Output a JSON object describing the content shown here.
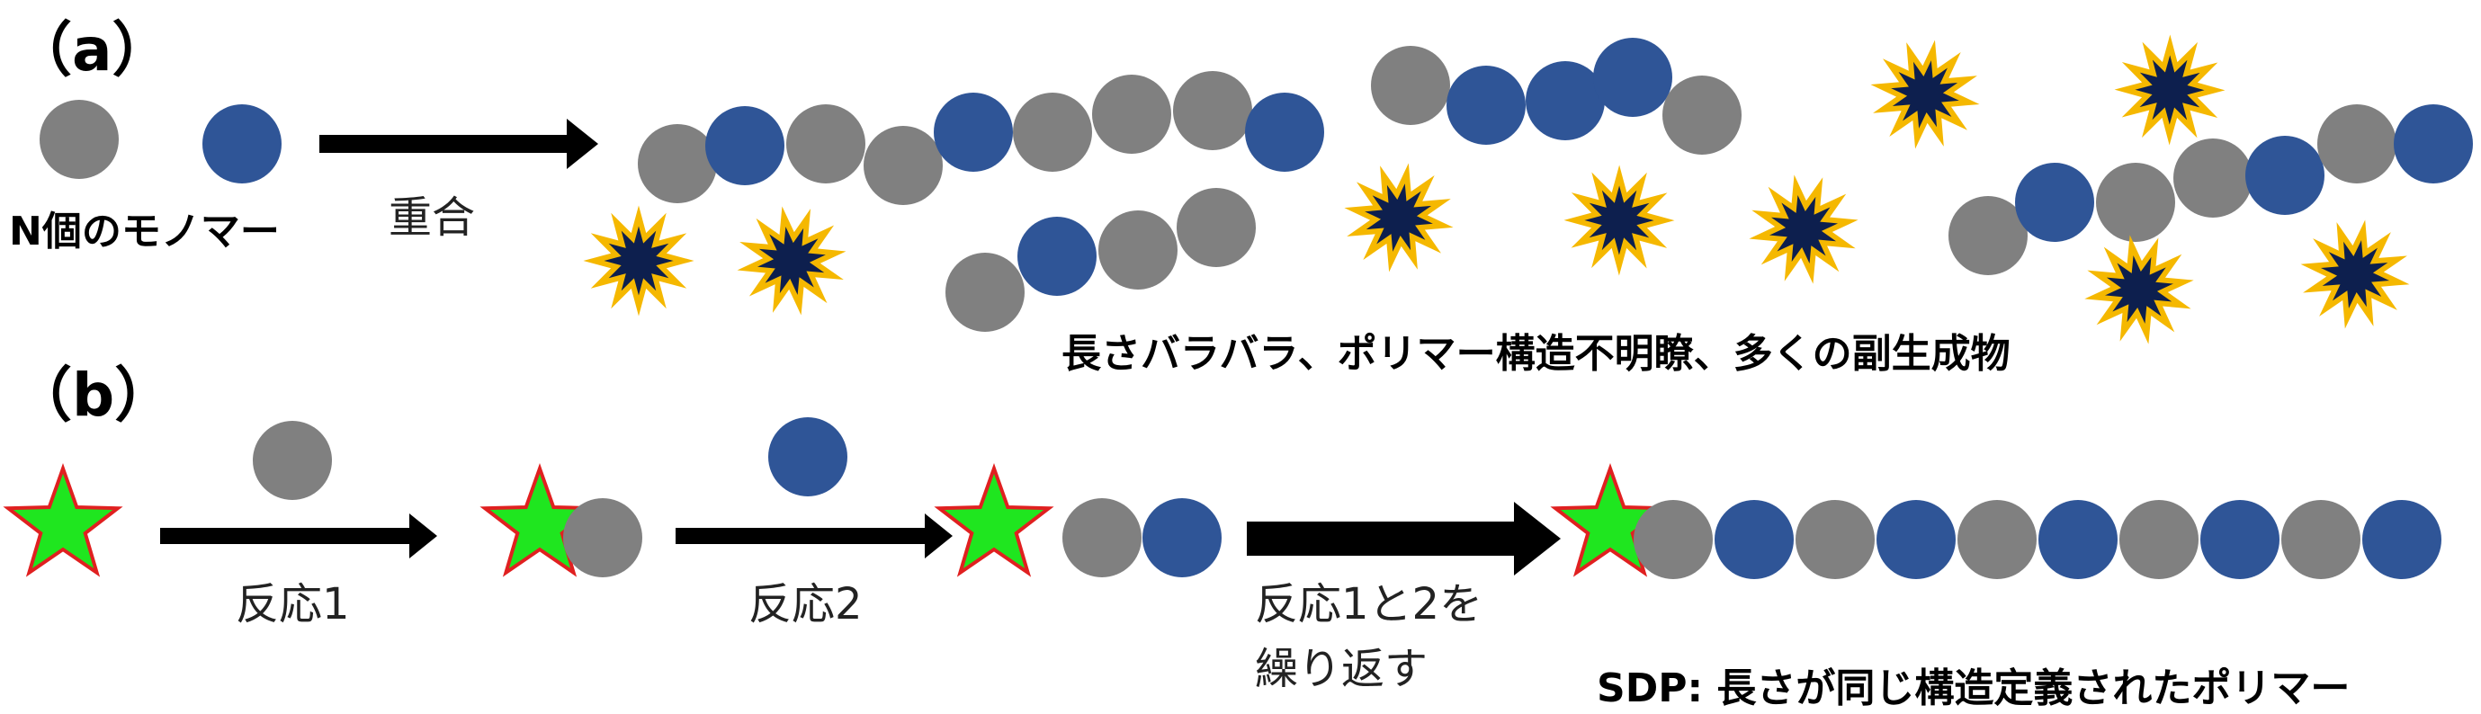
{
  "panel_a": {
    "label": "（a）",
    "monomer_text": "N個のモノマー",
    "arrow_label": "重合",
    "result_text": "長さバラバラ、ポリマー構造不明瞭、多くの副生成物"
  },
  "panel_b": {
    "label": "（b）",
    "step1_label": "反応1",
    "step2_label": "反応2",
    "repeat_line1": "反応1と2を",
    "repeat_line2": "繰り返す",
    "result_text": "SDP: 長さが同じ構造定義されたポリマー"
  },
  "colors": {
    "gray_monomer": "#808080",
    "blue_monomer": "#2F5597",
    "star_fill": "#1FE61F",
    "star_outline": "#E02020",
    "byproduct_fill": "#0D1F4E",
    "byproduct_outline": "#F5B800",
    "arrow": "#000000"
  }
}
